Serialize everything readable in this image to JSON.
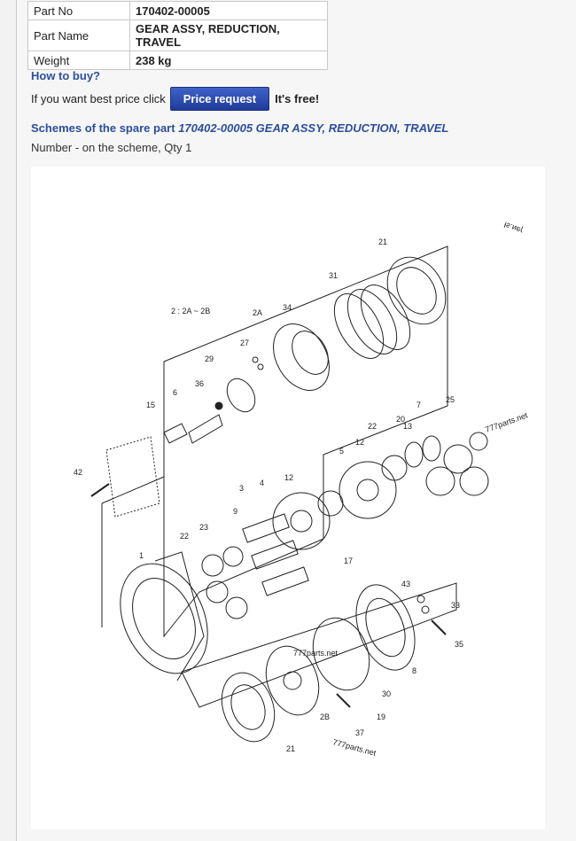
{
  "spec": {
    "rows": [
      {
        "label": "Part No",
        "value": "170402-00005"
      },
      {
        "label": "Part Name",
        "value": "GEAR ASSY, REDUCTION, TRAVEL"
      },
      {
        "label": "Weight",
        "value": "238 kg"
      }
    ]
  },
  "buy": {
    "heading": "How to buy?",
    "prompt": "If you want best price click",
    "button": "Price request",
    "free": "It's free!"
  },
  "schemes": {
    "prefix": "Schemes of the spare part",
    "part": "170402-00005 GEAR ASSY, REDUCTION, TRAVEL",
    "note": "Number - on the scheme, Qty 1"
  },
  "diagram": {
    "group_note": "2 : 2A ~ 2B",
    "watermark": "777parts.net",
    "corner_text": "ɿɘᴎ.ƨƚ",
    "callouts": [
      "21",
      "31",
      "34",
      "2A",
      "27",
      "29",
      "36",
      "6",
      "15",
      "42",
      "2",
      "1",
      "3",
      "4",
      "9",
      "22",
      "23",
      "12",
      "5",
      "13",
      "20",
      "7",
      "25",
      "17",
      "43",
      "33",
      "35",
      "8",
      "30",
      "2B",
      "19",
      "37"
    ]
  }
}
